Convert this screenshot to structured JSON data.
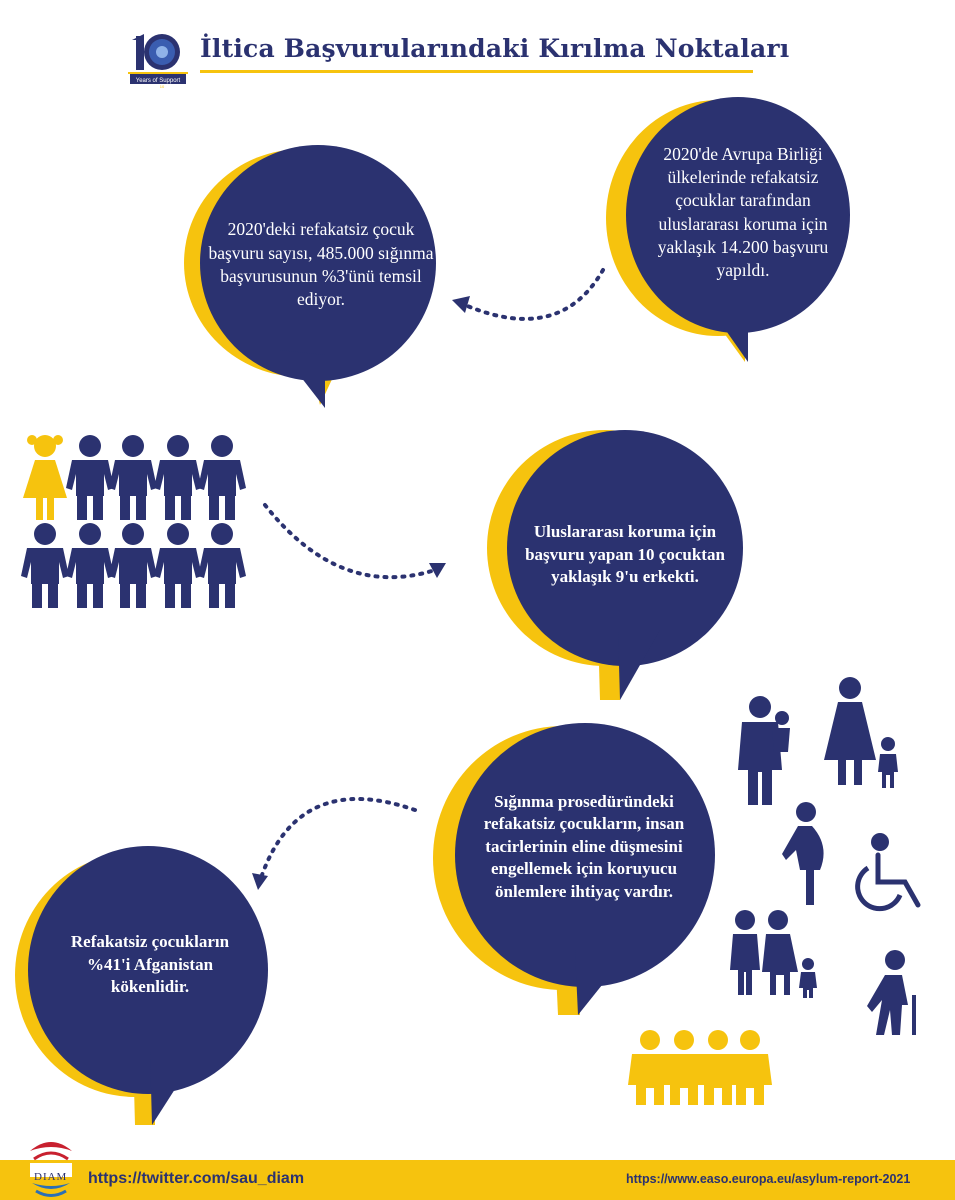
{
  "header": {
    "title": "İltica Başvurularındaki Kırılma Noktaları",
    "logo_caption": "Years of Support",
    "logo_number": "10"
  },
  "bubbles": [
    {
      "id": "b1",
      "text": "2020'deki refakatsiz çocuk başvuru sayısı, 485.000 sığınma başvurusunun %3'ünü temsil ediyor."
    },
    {
      "id": "b2",
      "text": "2020'de Avrupa Birliği ülkelerinde refakatsiz çocuklar  tarafından uluslararası koruma için yaklaşık 14.200 başvuru yapıldı."
    },
    {
      "id": "b3",
      "text": "Uluslararası koruma için başvuru yapan 10 çocuktan yaklaşık 9'u erkekti."
    },
    {
      "id": "b4",
      "text": "Sığınma prosedüründeki refakatsiz çocukların, insan tacirlerinin eline düşmesini engellemek  için koruyucu önlemlere ihtiyaç vardır."
    },
    {
      "id": "b5",
      "text": "Refakatsiz çocukların %41'i Afganistan kökenlidir."
    }
  ],
  "footer": {
    "twitter": "https://twitter.com/sau_diam",
    "source": "https://www.easo.europa.eu/asylum-report-2021",
    "diam_label": "DIAM"
  },
  "colors": {
    "navy": "#2b3270",
    "yellow": "#f6c30e"
  }
}
